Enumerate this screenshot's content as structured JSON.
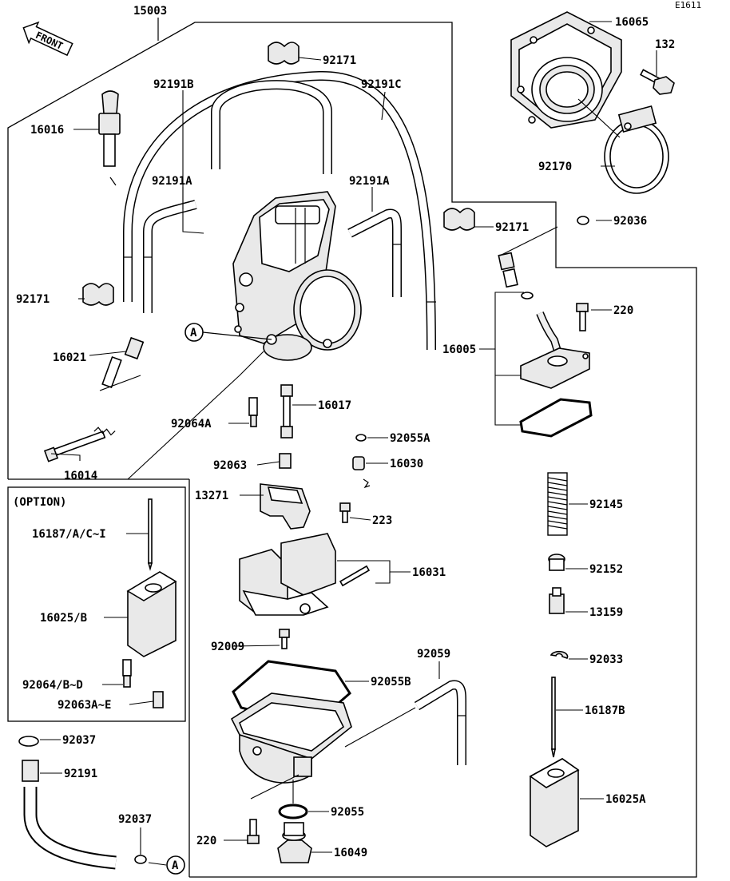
{
  "diagram": {
    "code": "E1611",
    "front_label": "FRONT",
    "option_label": "(OPTION)",
    "ref_marker": "A"
  },
  "labels": {
    "p15003": "15003",
    "p16065": "16065",
    "p132": "132",
    "p92170": "92170",
    "p92171_top": "92171",
    "p92191B": "92191B",
    "p92191C": "92191C",
    "p16016": "16016",
    "p92191A_left": "92191A",
    "p92191A_right": "92191A",
    "p92171_mid": "92171",
    "p92036": "92036",
    "p92171_left": "92171",
    "p220_top": "220",
    "p16005": "16005",
    "p16021": "16021",
    "p16017": "16017",
    "p92064A": "92064A",
    "p92055A": "92055A",
    "p16014": "16014",
    "p92063": "92063",
    "p16030": "16030",
    "p13271": "13271",
    "p92145": "92145",
    "p223": "223",
    "p16187_opt": "16187/A/C~I",
    "p16031": "16031",
    "p92152": "92152",
    "p16025_opt": "16025/B",
    "p13159": "13159",
    "p92009": "92009",
    "p92059": "92059",
    "p92033": "92033",
    "p92064_opt": "92064/B~D",
    "p92055B": "92055B",
    "p92063_opt": "92063A~E",
    "p16187B": "16187B",
    "p92037_top": "92037",
    "p92191": "92191",
    "p16025A": "16025A",
    "p92037_bot": "92037",
    "p92055": "92055",
    "p220_bot": "220",
    "p16049": "16049"
  }
}
